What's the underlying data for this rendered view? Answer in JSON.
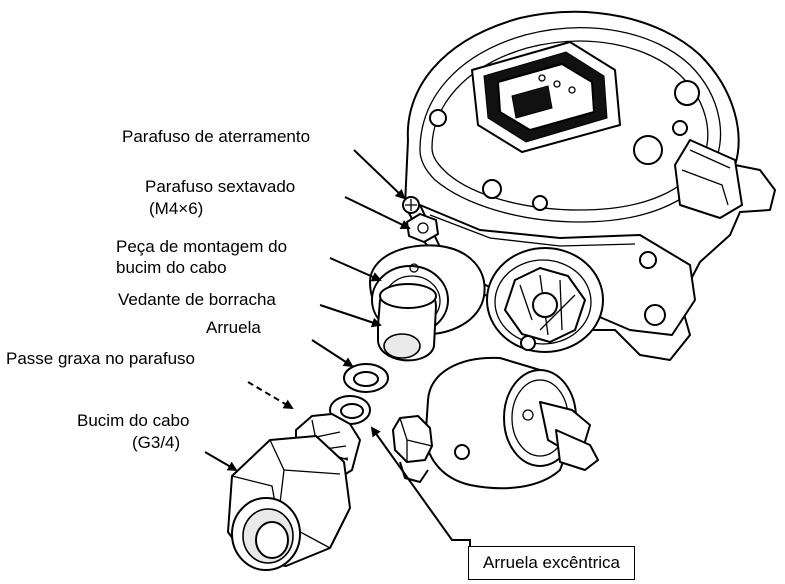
{
  "labels": {
    "ground_screw": "Parafuso de aterramento",
    "hex_screw_line1": "Parafuso sextavado",
    "hex_screw_line2": "(M4×6)",
    "gland_mount_line1": "Peça de montagem do",
    "gland_mount_line2": "bucim do cabo",
    "rubber_seal": "Vedante de borracha",
    "washer": "Arruela",
    "grease_note": "Passe graxa no parafuso",
    "cable_gland_line1": "Bucim do cabo",
    "cable_gland_line2": "(G3/4)",
    "eccentric_washer": "Arruela excêntrica"
  }
}
